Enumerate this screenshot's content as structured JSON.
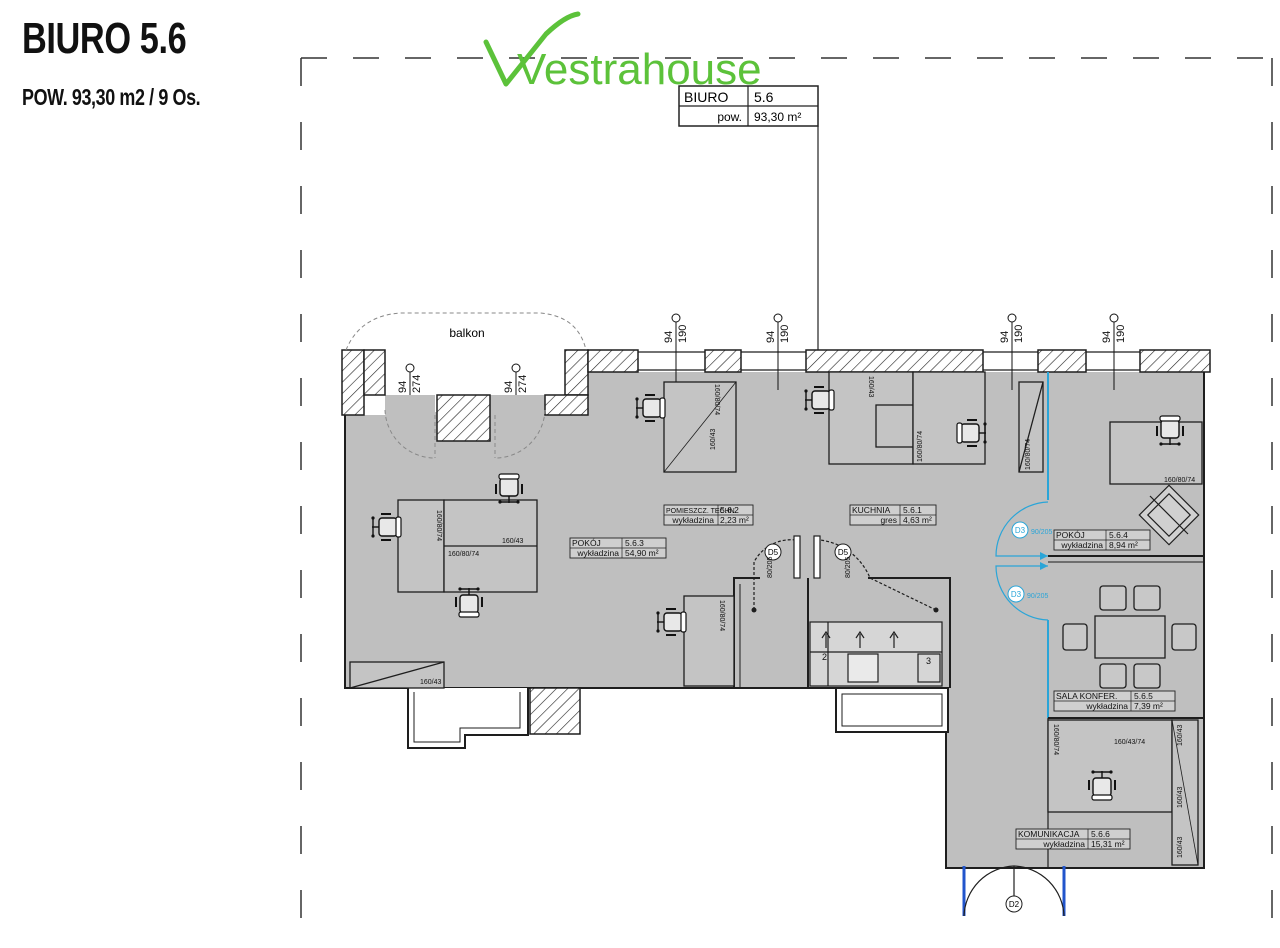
{
  "header": {
    "title": "BIURO 5.6",
    "subtitle": "POW. 93,30 m2 / 9 Os."
  },
  "logo": {
    "text": "Vestrahouse",
    "color": "#5cc23a"
  },
  "colors": {
    "floor": "#bfbfbf",
    "wall": "#1e1e1e",
    "door_blue": "#2aa5d8",
    "entry_door": "#2255cc"
  },
  "summary_box": {
    "label_1": "BIURO",
    "value_1": "5.6",
    "label_2": "pow.",
    "value_2": "93,30 m²"
  },
  "balcony_label": "balkon",
  "window_dims": [
    {
      "a": "94",
      "b": "274"
    },
    {
      "a": "94",
      "b": "274"
    },
    {
      "a": "94",
      "b": "190"
    },
    {
      "a": "94",
      "b": "190"
    },
    {
      "a": "94",
      "b": "190"
    },
    {
      "a": "94",
      "b": "190"
    }
  ],
  "rooms": [
    {
      "name": "POMIESZCZ. TECHN.",
      "num": "5.6.2",
      "floor": "wykładzina",
      "area": "2,23 m²"
    },
    {
      "name": "KUCHNIA",
      "num": "5.6.1",
      "floor": "gres",
      "area": "4,63 m²"
    },
    {
      "name": "POKÓJ",
      "num": "5.6.3",
      "floor": "wykładzina",
      "area": "54,90 m²"
    },
    {
      "name": "POKÓJ",
      "num": "5.6.4",
      "floor": "wykładzina",
      "area": "8,94 m²"
    },
    {
      "name": "SALA KONFER.",
      "num": "5.6.5",
      "floor": "wykładzina",
      "area": "7,39 m²"
    },
    {
      "name": "KOMUNIKACJA",
      "num": "5.6.6",
      "floor": "wykładzina",
      "area": "15,31 m²"
    }
  ],
  "door_tags": [
    "D5",
    "D5",
    "D3",
    "D3",
    "D2"
  ],
  "door_dims": [
    "80/205",
    "80/205",
    "90/205",
    "90/205"
  ],
  "furniture_labels": [
    "160/80/74",
    "160/43",
    "160/80/74",
    "160/43",
    "160/80/74",
    "160/43",
    "160/80/74",
    "160/80/74",
    "160/80/74",
    "160/80/74",
    "160/43",
    "160/80/74",
    "160/43/74",
    "160/43",
    "160/43",
    "160/43"
  ],
  "kitchen_numbers": [
    "2",
    "3"
  ]
}
